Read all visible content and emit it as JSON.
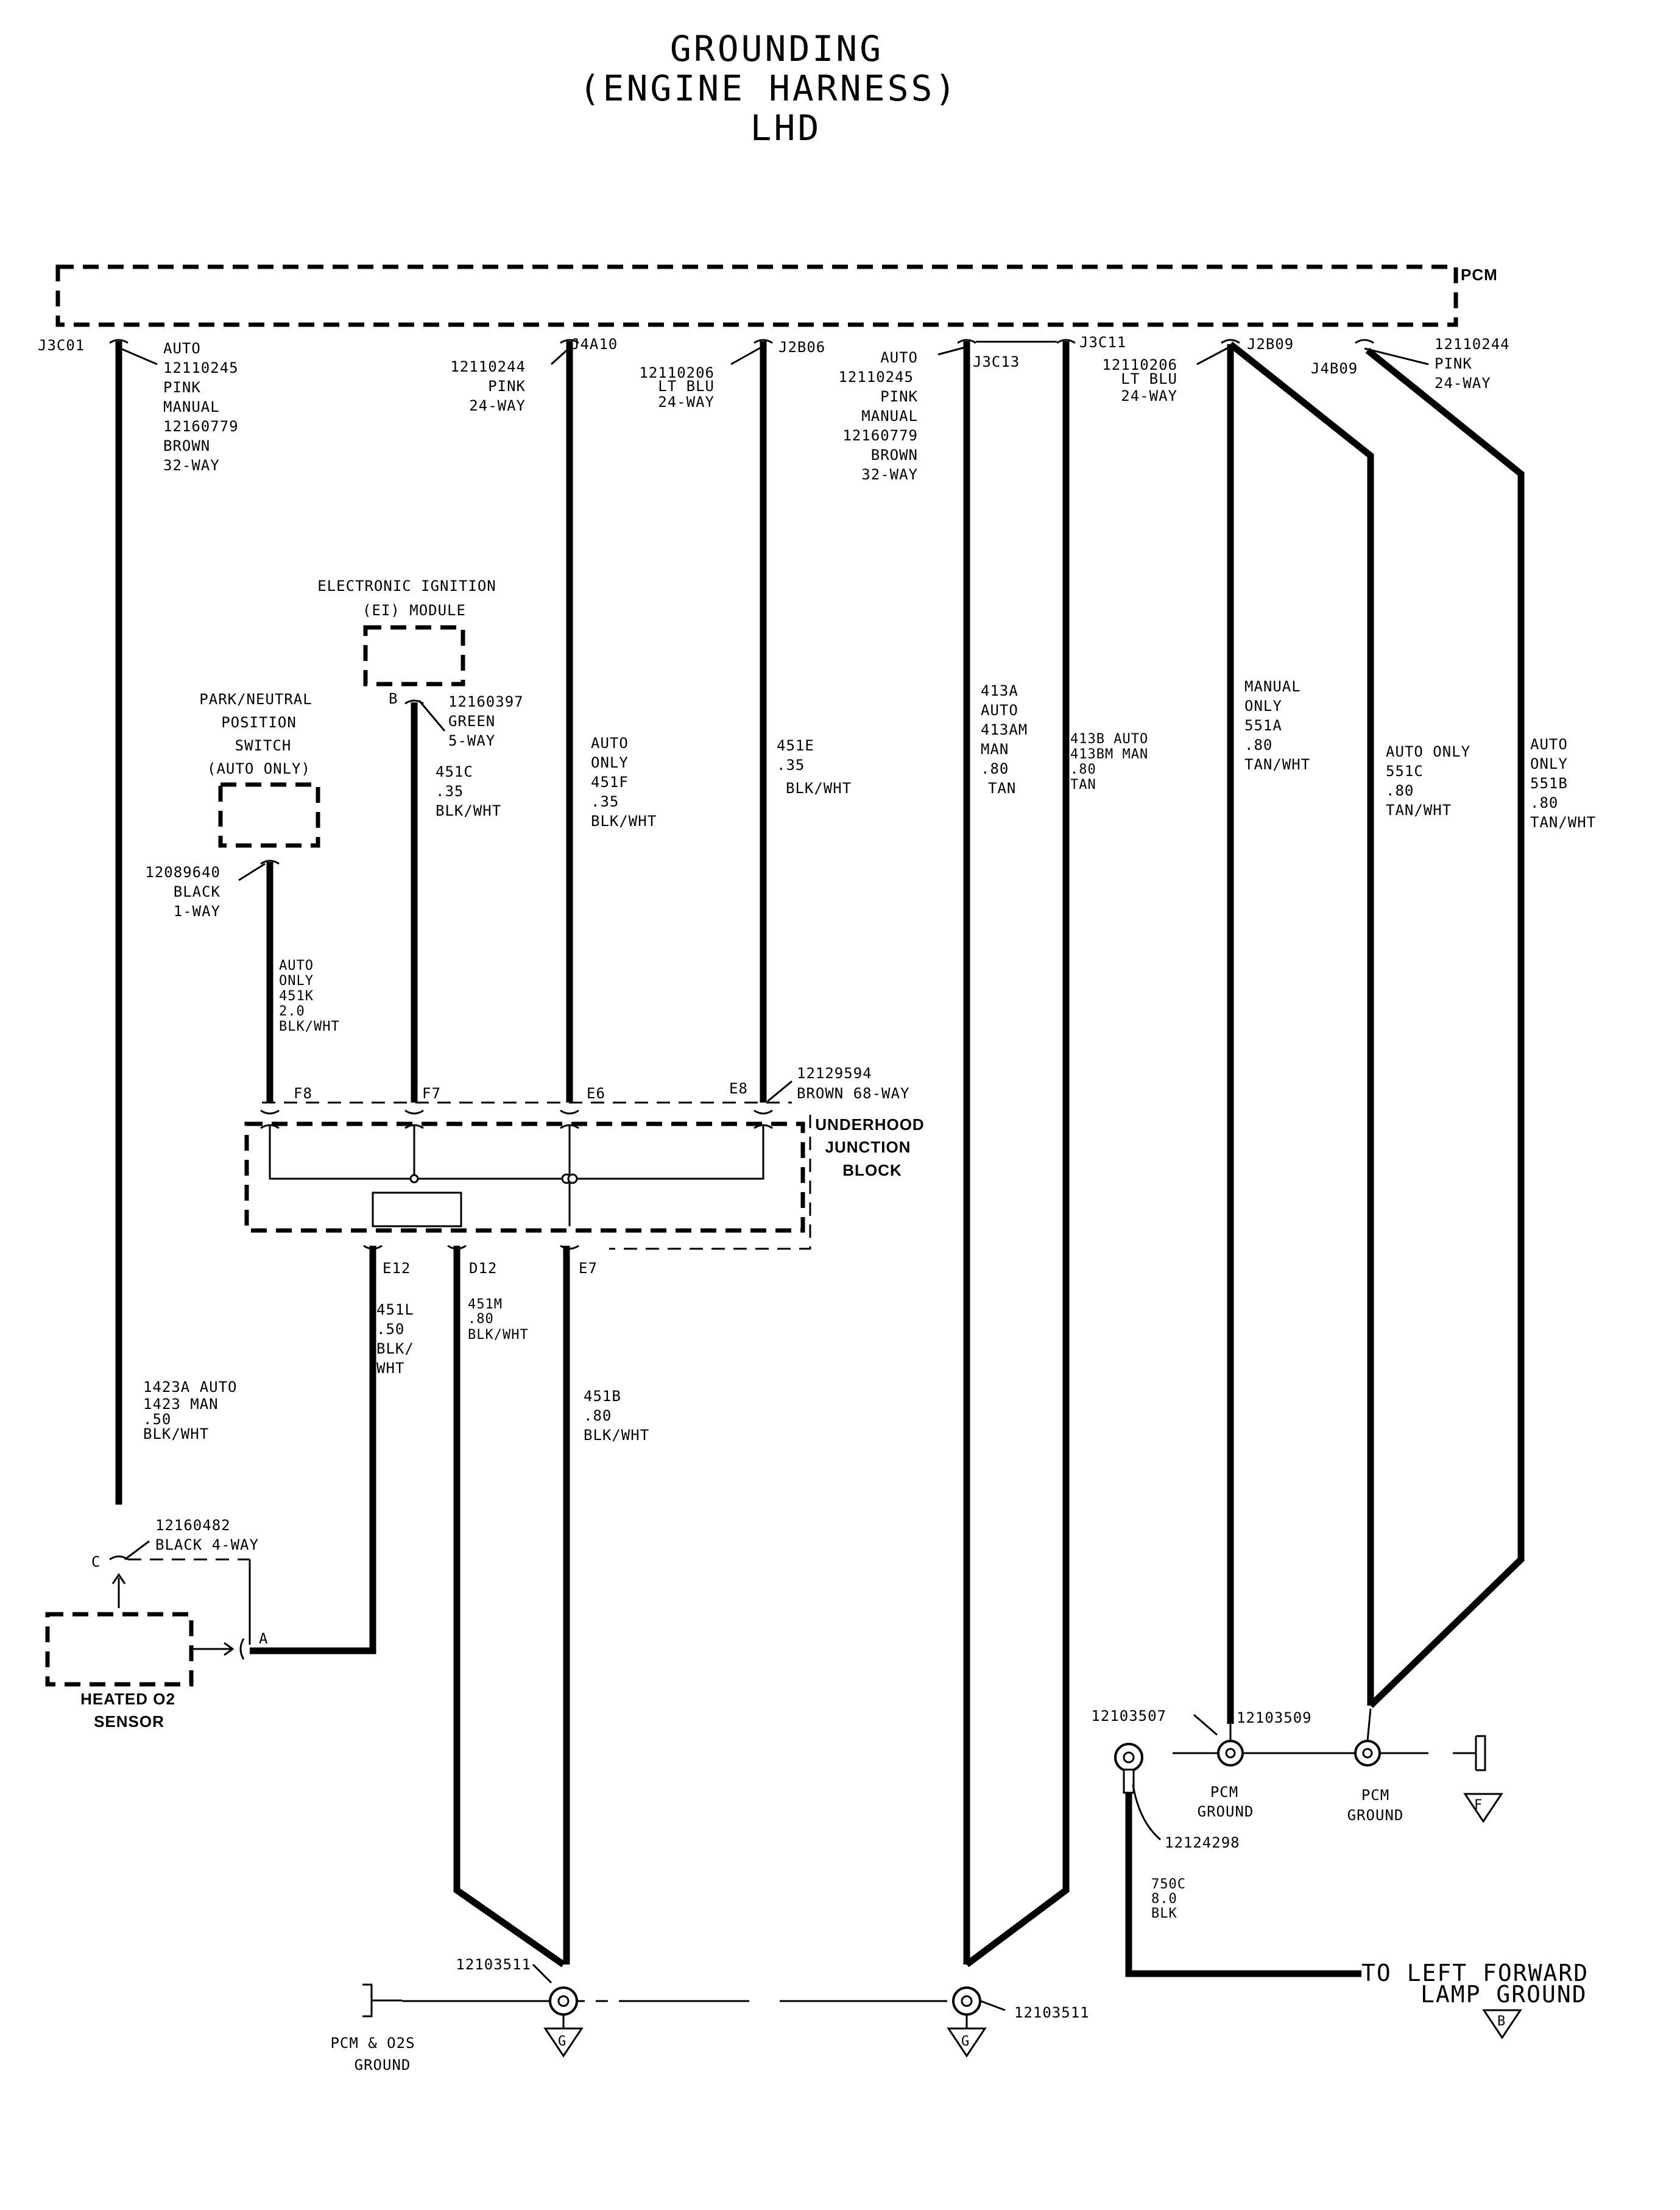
{
  "title": {
    "line1": "GROUNDING",
    "line2": "(ENGINE HARNESS)",
    "line3": "LHD"
  },
  "pcm": {
    "label": "PCM"
  },
  "pins": {
    "j3c01": "J3C01",
    "j4a10": "J4A10",
    "j2b06": "J2B06",
    "j3c13": "J3C13",
    "j3c11": "J3C11",
    "j2b09": "J2B09",
    "j4b09": "J4B09"
  },
  "connectors": {
    "c1": [
      "AUTO",
      "12110245",
      "PINK",
      "MANUAL",
      "12160779",
      "BROWN",
      "32-WAY"
    ],
    "c2": [
      "12110244",
      "PINK",
      "24-WAY"
    ],
    "c3": [
      "12110206",
      "LT BLU",
      "24-WAY"
    ],
    "c4": [
      "AUTO",
      "12110245",
      "PINK",
      "MANUAL",
      "12160779",
      "BROWN",
      "32-WAY"
    ],
    "c5": [
      "12110206",
      "LT BLU",
      "24-WAY"
    ],
    "c6": [
      "12110244",
      "PINK",
      "24-WAY"
    ],
    "ei": [
      "12160397",
      "GREEN",
      "5-WAY"
    ],
    "pn": [
      "12089640",
      "BLACK",
      "1-WAY"
    ],
    "jb": [
      "12129594",
      "BROWN 68-WAY"
    ],
    "o2": [
      "12160482",
      "BLACK 4-WAY"
    ]
  },
  "components": {
    "ei": [
      "ELECTRONIC IGNITION",
      "(EI) MODULE"
    ],
    "pn": [
      "PARK/NEUTRAL",
      "POSITION",
      "SWITCH",
      "(AUTO ONLY)"
    ],
    "jb": [
      "UNDERHOOD",
      "JUNCTION",
      "BLOCK"
    ],
    "o2": [
      "HEATED O2",
      "SENSOR"
    ]
  },
  "component_pins": {
    "ei_b": "B",
    "o2_c": "C",
    "o2_a": "A",
    "f8": "F8",
    "f7": "F7",
    "e6": "E6",
    "e8": "E8",
    "e12": "E12",
    "d12": "D12",
    "e7": "E7"
  },
  "wires": {
    "w1423": [
      "1423A AUTO",
      "1423 MAN",
      ".50",
      "BLK/WHT"
    ],
    "w451k": [
      "AUTO",
      "ONLY",
      "451K",
      "2.0",
      "BLK/WHT"
    ],
    "w451c_ei": [
      "451C",
      ".35",
      "BLK/WHT"
    ],
    "w451f": [
      "AUTO",
      "ONLY",
      "451F",
      ".35",
      "BLK/WHT"
    ],
    "w451e": [
      "451E",
      ".35",
      "BLK/WHT"
    ],
    "w413a": [
      "413A",
      "AUTO",
      "413AM",
      "MAN",
      ".80",
      "TAN"
    ],
    "w413b": [
      "413B AUTO",
      "413BM MAN",
      ".80",
      "TAN"
    ],
    "w551a": [
      "MANUAL",
      "ONLY",
      "551A",
      ".80",
      "TAN/WHT"
    ],
    "w551c": [
      "AUTO ONLY",
      "551C",
      ".80",
      "TAN/WHT"
    ],
    "w551b": [
      "AUTO",
      "ONLY",
      "551B",
      ".80",
      "TAN/WHT"
    ],
    "w451l": [
      "451L",
      ".50",
      "BLK/",
      "WHT"
    ],
    "w451m": [
      "451M",
      ".80",
      "BLK/WHT"
    ],
    "w451b": [
      "451B",
      ".80",
      "BLK/WHT"
    ],
    "w750c": [
      "750C",
      "8.0",
      "BLK"
    ]
  },
  "grounds": {
    "eyelet_l": "12103511",
    "eyelet_r": "12103511",
    "pcm_o2": [
      "PCM & O2S",
      "GROUND"
    ],
    "g_marker": "G",
    "pcm_eyelet_1": "12103507",
    "pcm_eyelet_2": "12103509",
    "pcm_gnd_1": [
      "PCM",
      "GROUND"
    ],
    "pcm_gnd_2": [
      "PCM",
      "GROUND"
    ],
    "f_marker": "F",
    "lamp_terminal": "12124298",
    "lamp": [
      "TO LEFT FORWARD",
      "LAMP GROUND"
    ],
    "b_marker": "B"
  }
}
